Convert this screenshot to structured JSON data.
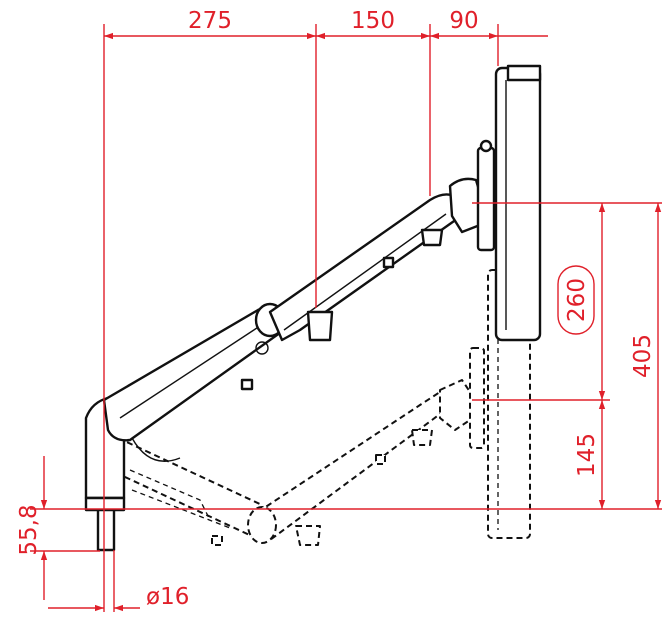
{
  "dimensions": {
    "reach_arm_lower": "275",
    "reach_arm_upper": "150",
    "reach_head": "90",
    "height_top_circled": "260",
    "height_total": "405",
    "height_lower": "145",
    "clamp_height": "55,8",
    "pole_diameter": "ø16"
  },
  "colors": {
    "dimension": "#e0202a",
    "part_outline": "#111111",
    "background": "#ffffff"
  }
}
